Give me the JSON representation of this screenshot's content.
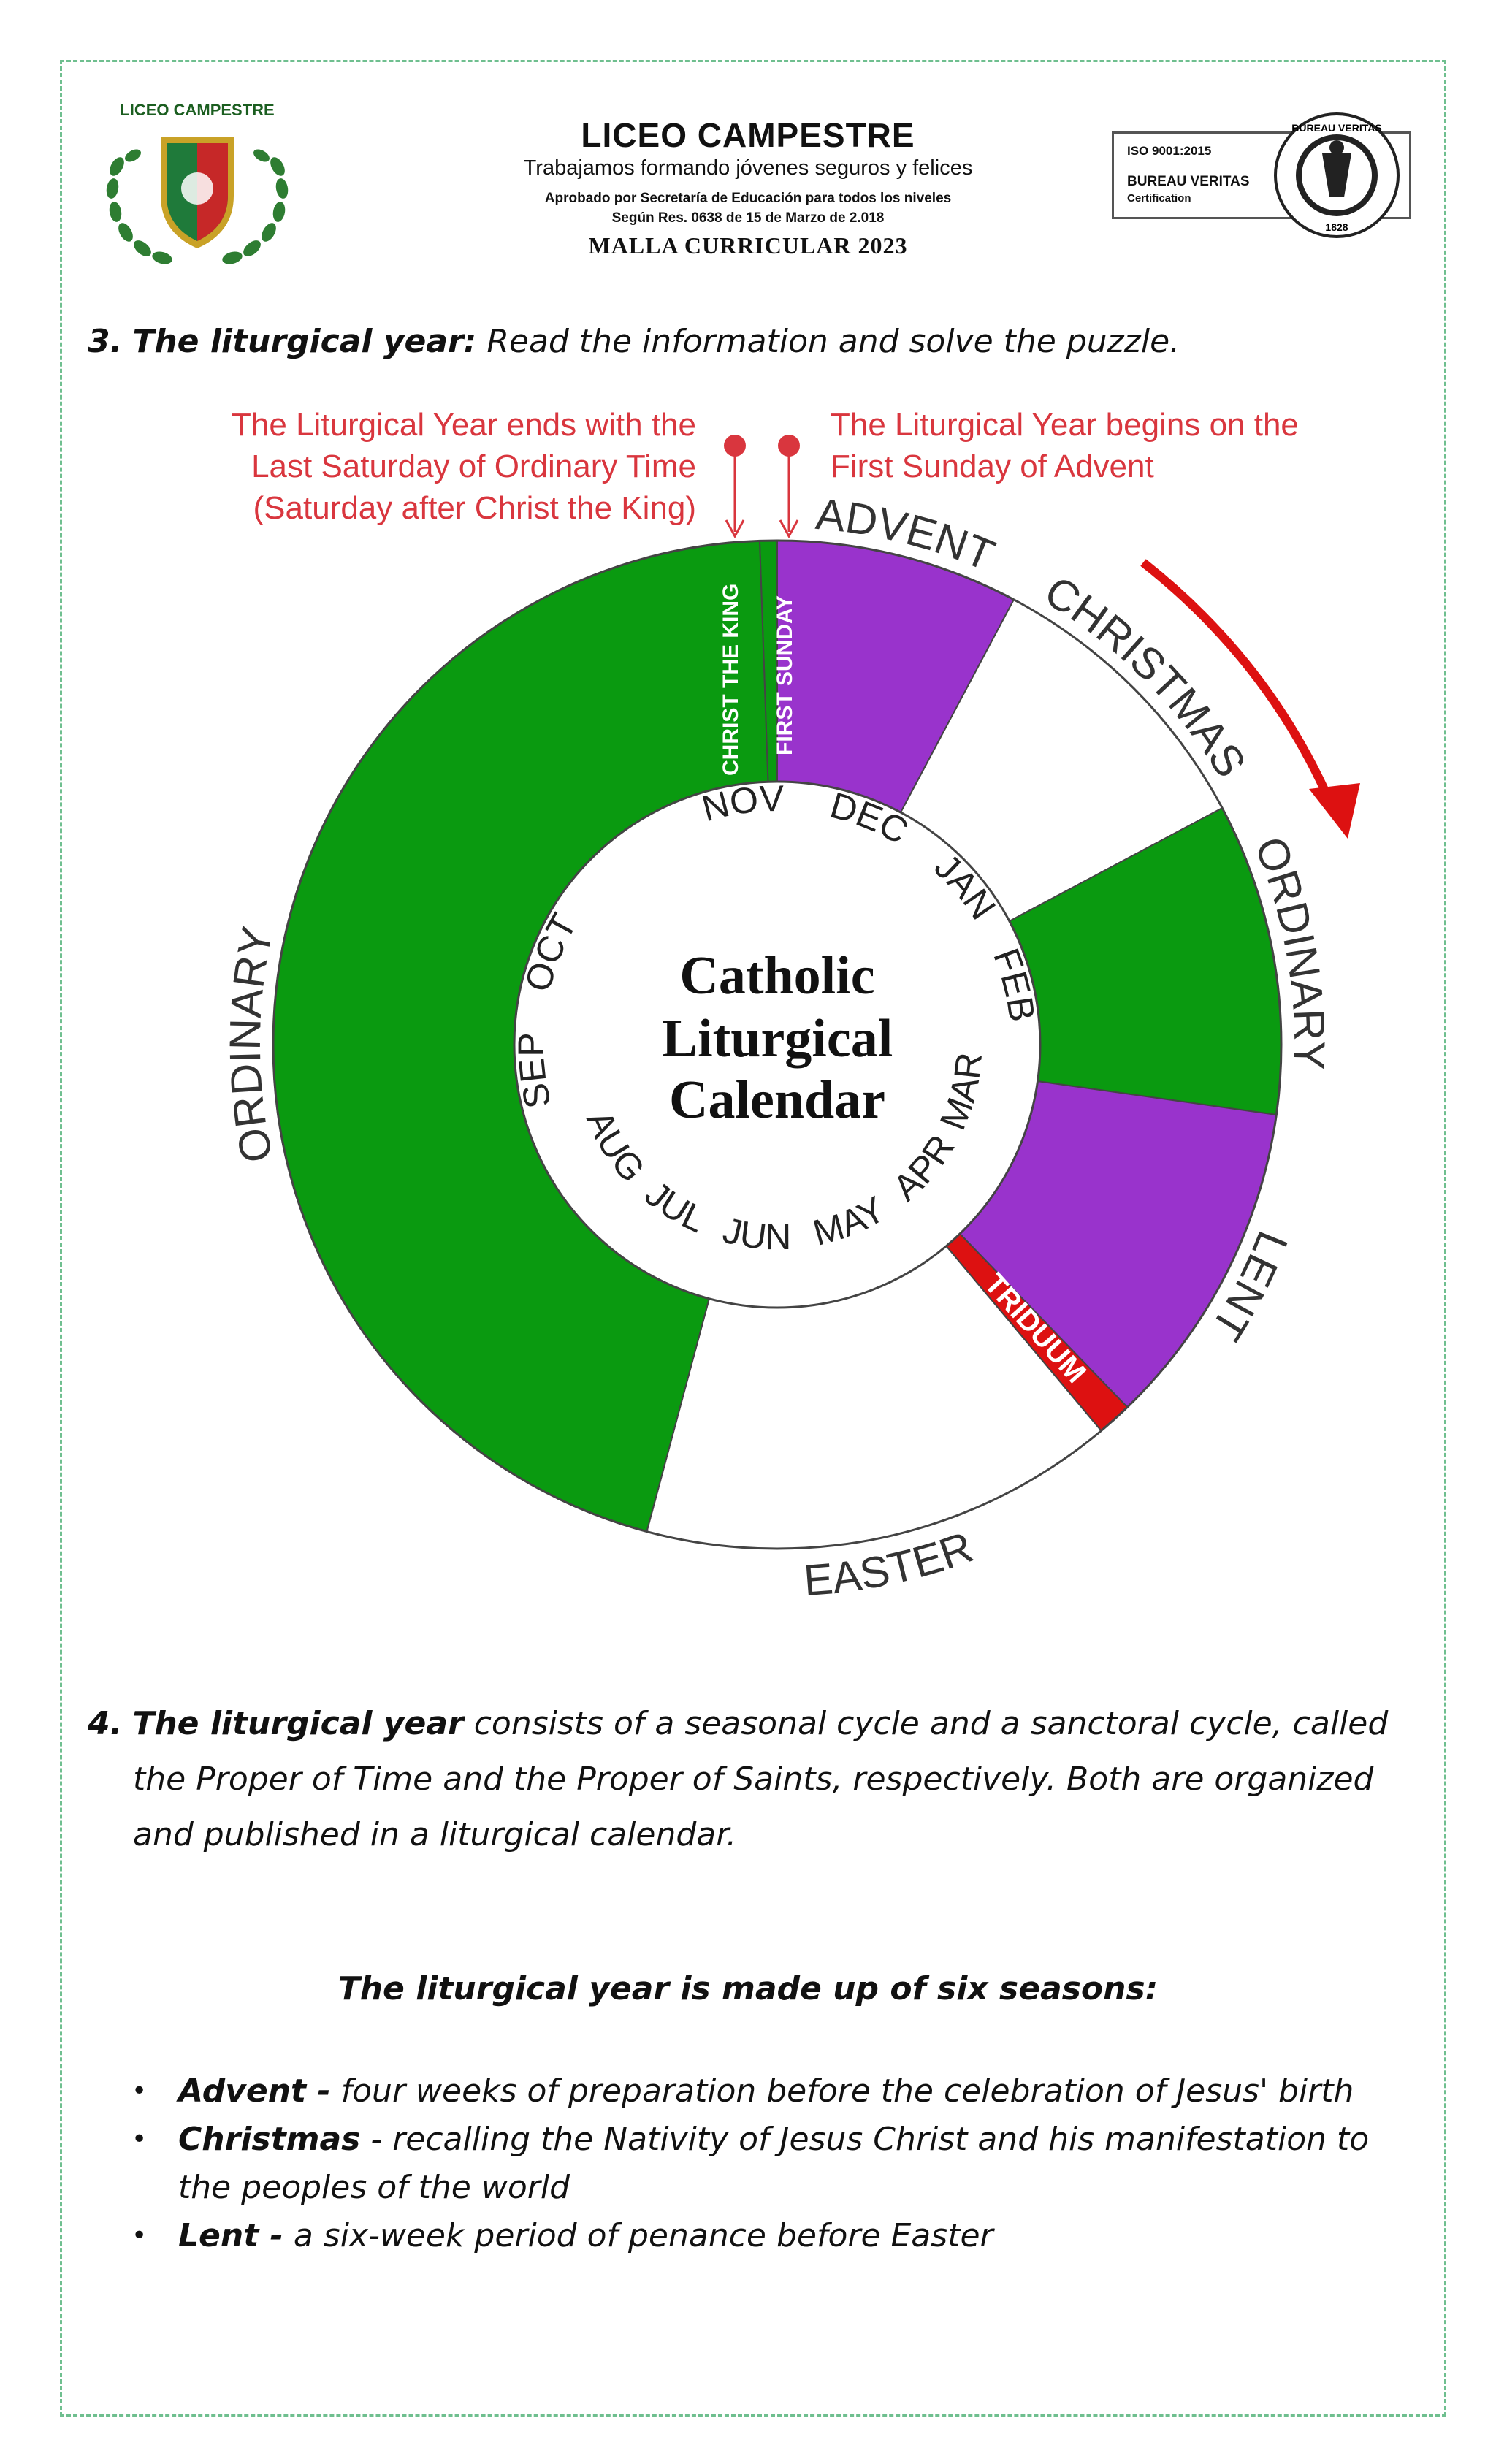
{
  "header": {
    "logo_text": "LICEO CAMPESTRE",
    "school_name": "LICEO CAMPESTRE",
    "motto": "Trabajamos formando jóvenes seguros y felices",
    "approval_line1": "Aprobado por Secretaría de Educación para todos los niveles",
    "approval_line2": "Según Res. 0638 de 15 de Marzo de 2.018",
    "curriculum": "MALLA CURRICULAR 2023",
    "cert_iso": "ISO 9001:2015",
    "cert_company": "BUREAU VERITAS",
    "cert_label": "Certification",
    "seal_text": "BUREAU VERITAS",
    "seal_year": "1828"
  },
  "question3": {
    "number": "3.",
    "label": "The liturgical year:",
    "text": " Read the information and solve the puzzle."
  },
  "diagram": {
    "note_end_line1": "The Liturgical Year ends with the",
    "note_end_line2": "Last Saturday of Ordinary Time",
    "note_end_line3": "(Saturday after Christ the King)",
    "note_begin_line1": "The Liturgical Year begins on the",
    "note_begin_line2": "First Sunday of Advent",
    "center_line1": "Catholic",
    "center_line2": "Liturgical",
    "center_line3": "Calendar",
    "season_labels": {
      "advent": "ADVENT",
      "christmas": "CHRISTMAS",
      "ordinary_right": "ORDINARY",
      "lent": "LENT",
      "easter": "EASTER",
      "ordinary_left": "ORDINARY"
    },
    "inner_labels": {
      "christ_the_king": "CHRIST THE KING",
      "first_sunday": "FIRST SUNDAY",
      "triduum": "TRIDUUM"
    },
    "months": [
      "NOV",
      "DEC",
      "JAN",
      "FEB",
      "MAR",
      "APR",
      "MAY",
      "JUN",
      "JUL",
      "AUG",
      "SEP",
      "OCT"
    ],
    "colors": {
      "green": "#0a9a10",
      "purple": "#9933cc",
      "red": "#dd1111",
      "white": "#ffffff",
      "note_red": "#d9363e"
    }
  },
  "question4": {
    "number": "4.",
    "label": "The liturgical year",
    "text_line1": " consists of a seasonal cycle and a sanctoral cycle, called",
    "text_line2": "the Proper of Time and the Proper of Saints, respectively. Both are organized",
    "text_line3": "and published in a liturgical calendar."
  },
  "seasons": {
    "title": "The liturgical year is made up of six seasons:",
    "items": [
      {
        "name": "Advent -",
        "desc": " four weeks of preparation before the celebration of Jesus' birth"
      },
      {
        "name": "Christmas",
        "desc": " - recalling the Nativity of Jesus Christ and his manifestation to",
        "desc2": "the peoples of the world"
      },
      {
        "name": "Lent -",
        "desc": " a six-week period of penance before Easter"
      }
    ]
  }
}
